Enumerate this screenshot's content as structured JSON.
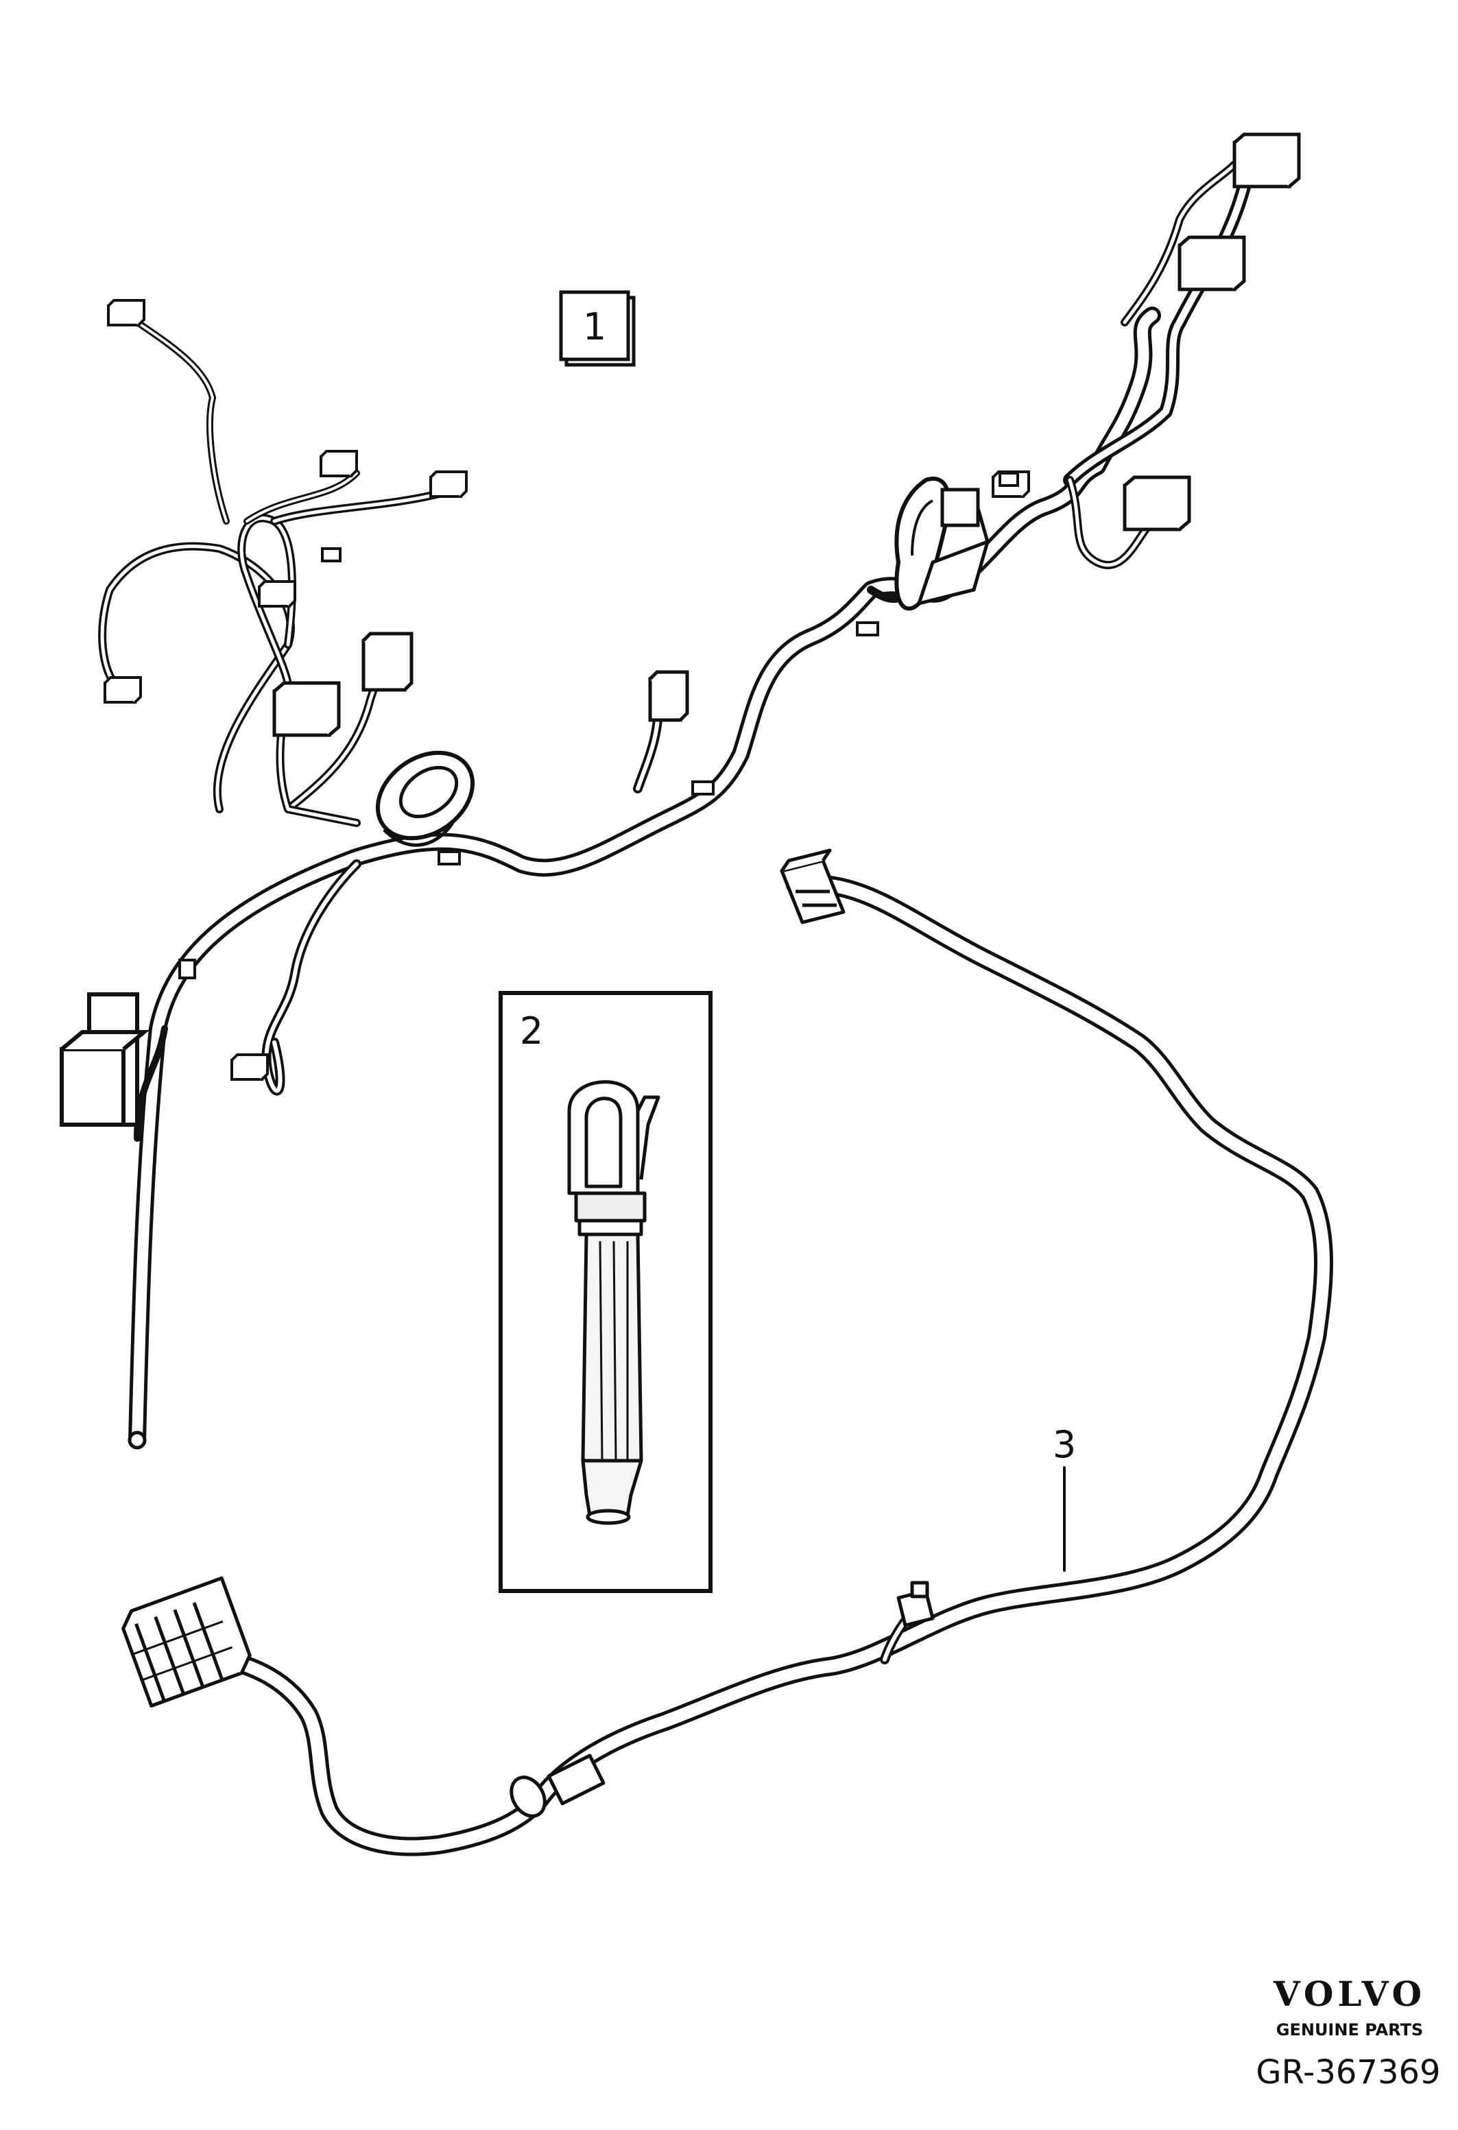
{
  "callouts": {
    "item1": "1",
    "item2": "2",
    "item3": "3"
  },
  "brand": {
    "name": "VOLVO",
    "tagline": "GENUINE PARTS"
  },
  "reference": "GR-367369",
  "colors": {
    "line": "#111111",
    "background": "#ffffff",
    "part_fill": "#ffffff",
    "shade": "#e8e8e8"
  }
}
